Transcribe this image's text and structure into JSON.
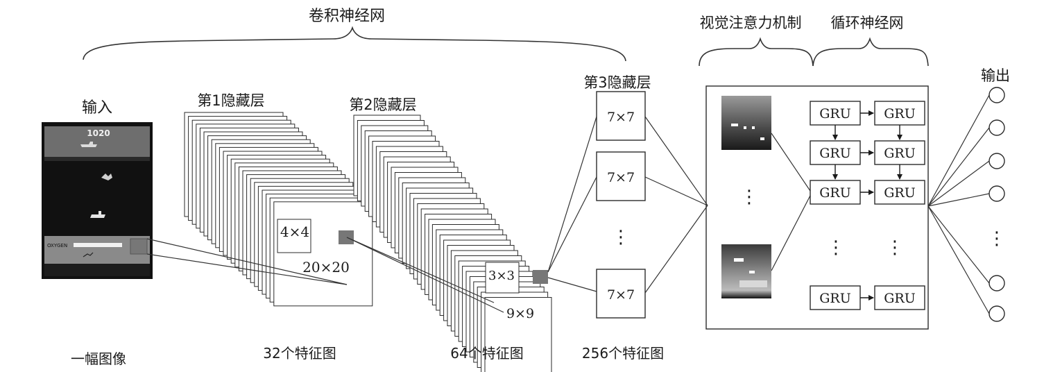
{
  "labels": {
    "cnn": "卷积神经网",
    "attention": "视觉注意力机制",
    "rnn": "循环神经网",
    "input": "输入",
    "output": "输出",
    "hidden1": "第1隐藏层",
    "hidden2": "第2隐藏层",
    "hidden3": "第3隐藏层",
    "image_caption": "一幅图像",
    "maps32": "32个特征图",
    "maps64": "64个特征图",
    "maps256": "256个特征图"
  },
  "game": {
    "score": "1020",
    "oxygen": "OXYGEN"
  },
  "sizes": {
    "kernel1": "4×4",
    "map1": "20×20",
    "kernel2": "3×3",
    "map2": "9×9",
    "map3": "7×7"
  },
  "gru_label": "GRU",
  "ellipsis": "⋮",
  "colors": {
    "game_bg": "#111111",
    "game_top_bar": "#6e6e6e",
    "game_ground": "#8a8a8a",
    "highlight_patch": "#777777"
  }
}
